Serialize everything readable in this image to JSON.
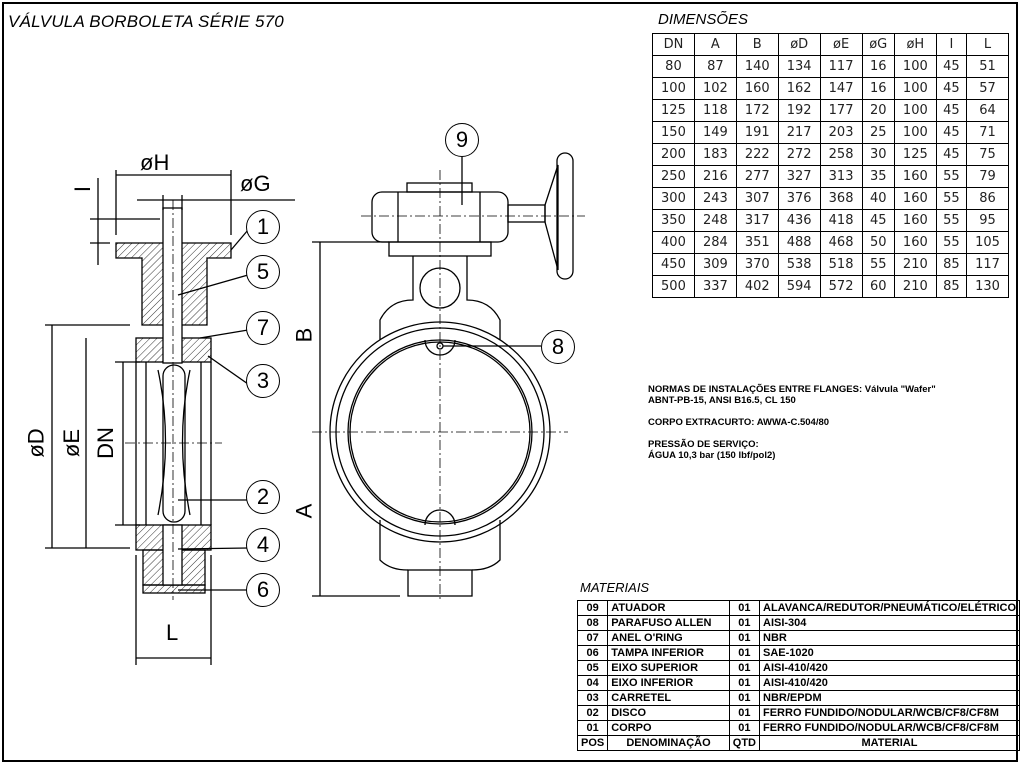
{
  "title": "VÁLVULA BORBOLETA SÉRIE 570",
  "dimensions": {
    "title": "DIMENSÕES",
    "headers": [
      "DN",
      "A",
      "B",
      "øD",
      "øE",
      "øG",
      "øH",
      "I",
      "L"
    ],
    "rows": [
      [
        "80",
        "87",
        "140",
        "134",
        "117",
        "16",
        "100",
        "45",
        "51"
      ],
      [
        "100",
        "102",
        "160",
        "162",
        "147",
        "16",
        "100",
        "45",
        "57"
      ],
      [
        "125",
        "118",
        "172",
        "192",
        "177",
        "20",
        "100",
        "45",
        "64"
      ],
      [
        "150",
        "149",
        "191",
        "217",
        "203",
        "25",
        "100",
        "45",
        "71"
      ],
      [
        "200",
        "183",
        "222",
        "272",
        "258",
        "30",
        "125",
        "45",
        "75"
      ],
      [
        "250",
        "216",
        "277",
        "327",
        "313",
        "35",
        "160",
        "55",
        "79"
      ],
      [
        "300",
        "243",
        "307",
        "376",
        "368",
        "40",
        "160",
        "55",
        "86"
      ],
      [
        "350",
        "248",
        "317",
        "436",
        "418",
        "45",
        "160",
        "55",
        "95"
      ],
      [
        "400",
        "284",
        "351",
        "488",
        "468",
        "50",
        "160",
        "55",
        "105"
      ],
      [
        "450",
        "309",
        "370",
        "538",
        "518",
        "55",
        "210",
        "85",
        "117"
      ],
      [
        "500",
        "337",
        "402",
        "594",
        "572",
        "60",
        "210",
        "85",
        "130"
      ]
    ]
  },
  "notes": {
    "line1": "NORMAS DE INSTALAÇÕES ENTRE FLANGES: Válvula \"Wafer\"",
    "line2": "ABNT-PB-15, ANSI B16.5, CL 150",
    "line3": "CORPO EXTRACURTO: AWWA-C.504/80",
    "line4": "PRESSÃO DE SERVIÇO:",
    "line5": "ÁGUA 10,3 bar (150 lbf/pol2)"
  },
  "materials": {
    "title": "MATERIAIS",
    "rows": [
      [
        "09",
        "ATUADOR",
        "01",
        "ALAVANCA/REDUTOR/PNEUMÁTICO/ELÉTRICO"
      ],
      [
        "08",
        "PARAFUSO ALLEN",
        "01",
        "AISI-304"
      ],
      [
        "07",
        "ANEL O'RING",
        "01",
        "NBR"
      ],
      [
        "06",
        "TAMPA INFERIOR",
        "01",
        "SAE-1020"
      ],
      [
        "05",
        "EIXO SUPERIOR",
        "01",
        "AISI-410/420"
      ],
      [
        "04",
        "EIXO INFERIOR",
        "01",
        "AISI-410/420"
      ],
      [
        "03",
        "CARRETEL",
        "01",
        "NBR/EPDM"
      ],
      [
        "02",
        "DISCO",
        "01",
        "FERRO FUNDIDO/NODULAR/WCB/CF8/CF8M"
      ],
      [
        "01",
        "CORPO",
        "01",
        "FERRO FUNDIDO/NODULAR/WCB/CF8/CF8M"
      ]
    ],
    "footer": [
      "POS",
      "DENOMINAÇÃO",
      "QTD",
      "MATERIAL"
    ]
  },
  "drawing": {
    "dim_labels": {
      "H": "øH",
      "G": "øG",
      "I": "I",
      "D": "øD",
      "E": "øE",
      "DN": "DN",
      "L": "L",
      "B": "B",
      "A": "A"
    },
    "callouts": {
      "c1": "1",
      "c2": "2",
      "c3": "3",
      "c4": "4",
      "c5": "5",
      "c6": "6",
      "c7": "7",
      "c8": "8",
      "c9": "9"
    }
  }
}
